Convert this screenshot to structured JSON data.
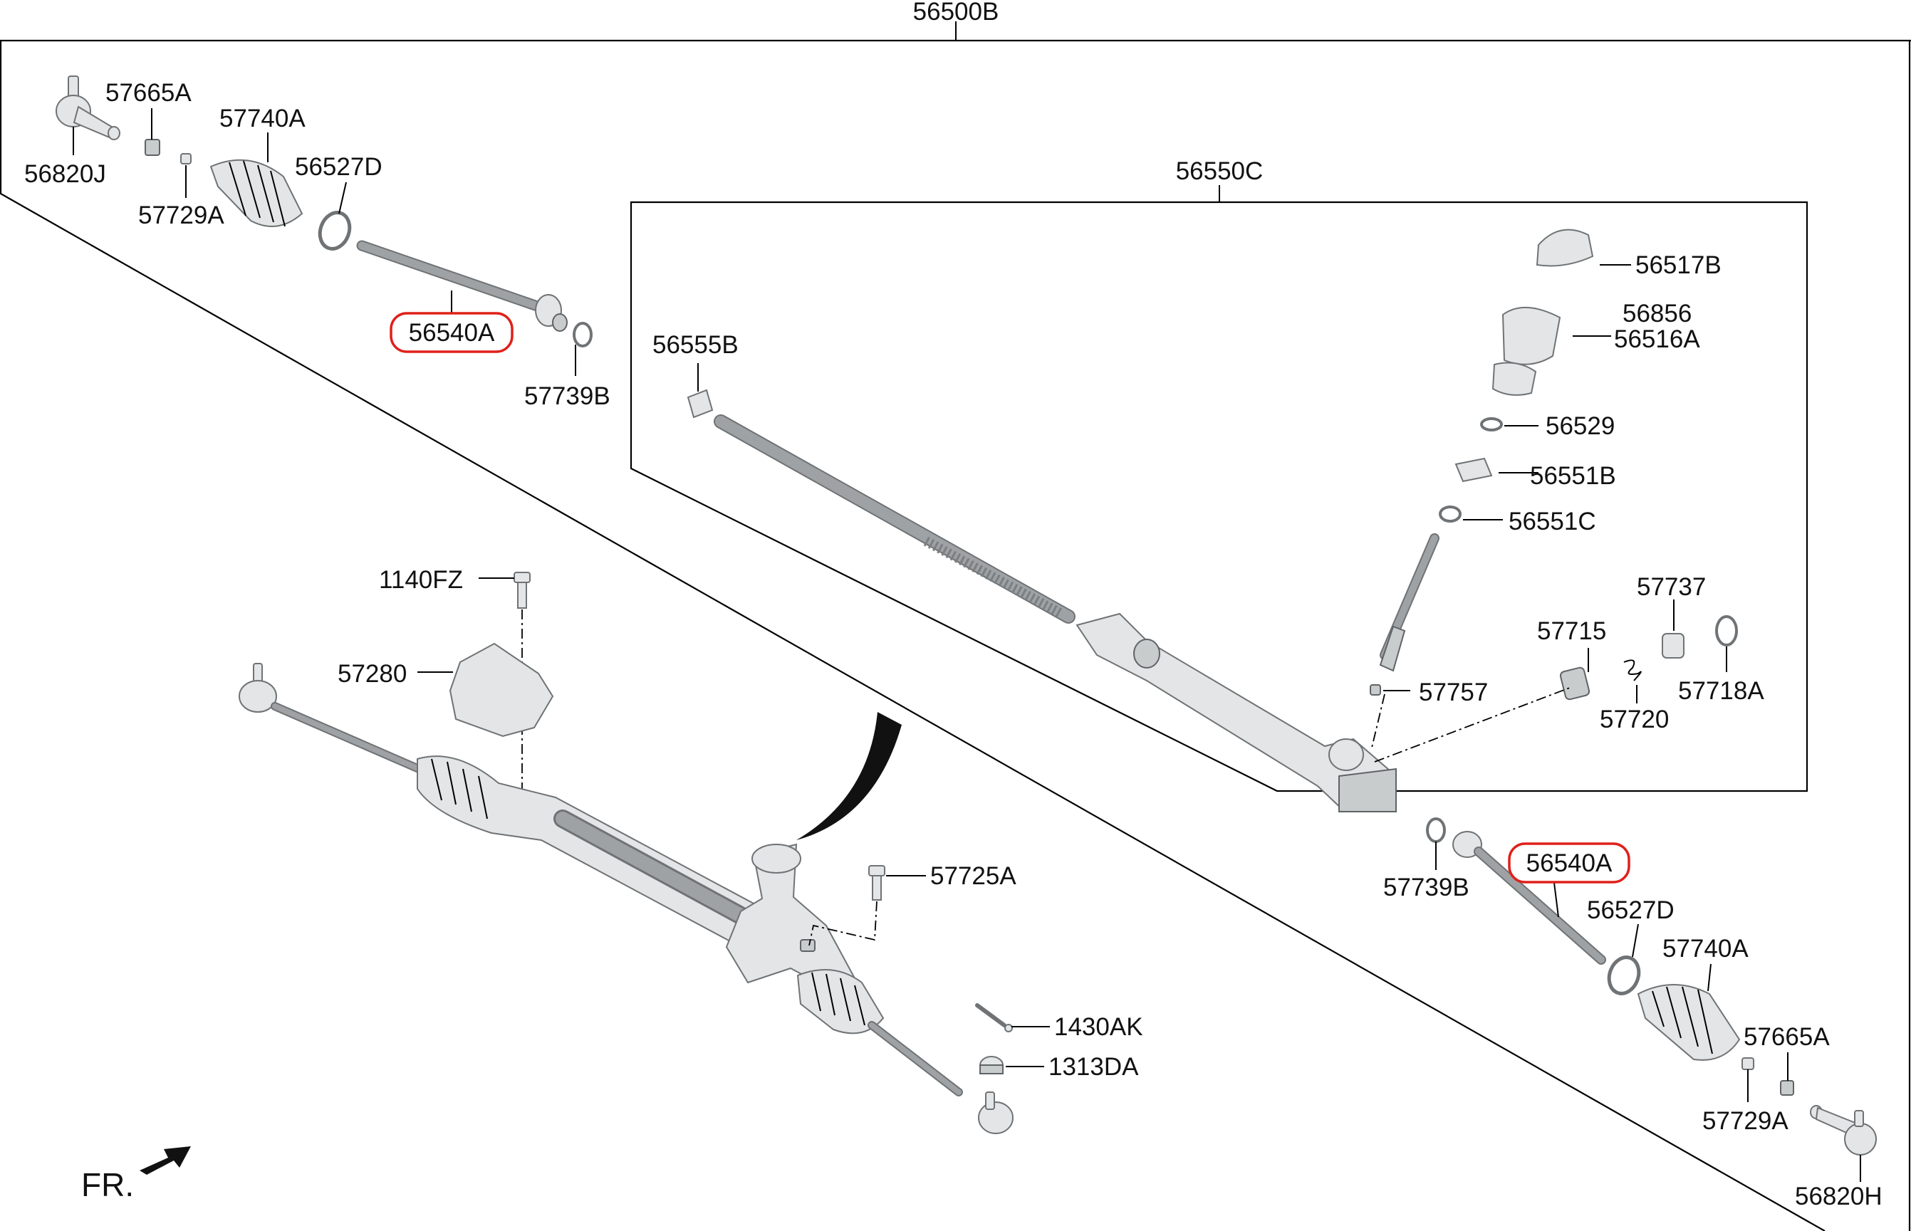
{
  "diagram": {
    "assembly_label": "56500B",
    "subassembly_label": "56550C",
    "direction_label": "FR.",
    "highlight_color": "#e0201a",
    "callouts": [
      {
        "id": "56820J-left",
        "text": "56820J"
      },
      {
        "id": "57665A-left",
        "text": "57665A"
      },
      {
        "id": "57729A-left",
        "text": "57729A"
      },
      {
        "id": "57740A-left",
        "text": "57740A"
      },
      {
        "id": "56527D-left",
        "text": "56527D"
      },
      {
        "id": "56540A-left",
        "text": "56540A",
        "highlighted": true
      },
      {
        "id": "57739B-left",
        "text": "57739B"
      },
      {
        "id": "56555B",
        "text": "56555B"
      },
      {
        "id": "56517B",
        "text": "56517B"
      },
      {
        "id": "56856",
        "text": "56856"
      },
      {
        "id": "56516A",
        "text": "56516A"
      },
      {
        "id": "56529",
        "text": "56529"
      },
      {
        "id": "56551B",
        "text": "56551B"
      },
      {
        "id": "56551C",
        "text": "56551C"
      },
      {
        "id": "57737",
        "text": "57737"
      },
      {
        "id": "57715",
        "text": "57715"
      },
      {
        "id": "57718A",
        "text": "57718A"
      },
      {
        "id": "57757",
        "text": "57757"
      },
      {
        "id": "57720",
        "text": "57720"
      },
      {
        "id": "1140FZ",
        "text": "1140FZ"
      },
      {
        "id": "57280",
        "text": "57280"
      },
      {
        "id": "57725A",
        "text": "57725A"
      },
      {
        "id": "1430AK",
        "text": "1430AK"
      },
      {
        "id": "1313DA",
        "text": "1313DA"
      },
      {
        "id": "57739B-right",
        "text": "57739B"
      },
      {
        "id": "56540A-right",
        "text": "56540A",
        "highlighted": true
      },
      {
        "id": "56527D-right",
        "text": "56527D"
      },
      {
        "id": "57740A-right",
        "text": "57740A"
      },
      {
        "id": "57665A-right",
        "text": "57665A"
      },
      {
        "id": "57729A-right",
        "text": "57729A"
      },
      {
        "id": "56820H-right",
        "text": "56820H"
      }
    ]
  }
}
